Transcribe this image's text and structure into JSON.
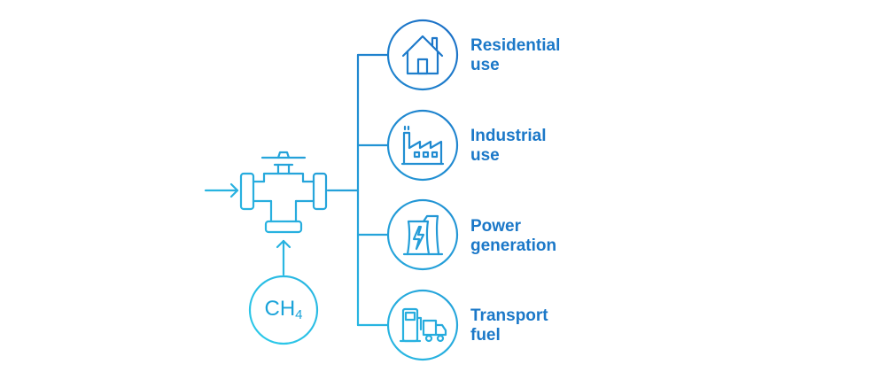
{
  "source": {
    "formula_main": "CH",
    "formula_subscript": "4"
  },
  "uses": [
    {
      "line1": "Residential",
      "line2": "use",
      "icon": "house-icon"
    },
    {
      "line1": "Industrial",
      "line2": "use",
      "icon": "factory-icon"
    },
    {
      "line1": "Power",
      "line2": "generation",
      "icon": "power-plant-icon"
    },
    {
      "line1": "Transport",
      "line2": "fuel",
      "icon": "fuel-truck-icon"
    }
  ],
  "colors": {
    "gradient_start": "#2ed1ec",
    "gradient_end": "#1b6fc6",
    "label_text": "#1b78c8",
    "source_text": "#1aa3d9"
  }
}
